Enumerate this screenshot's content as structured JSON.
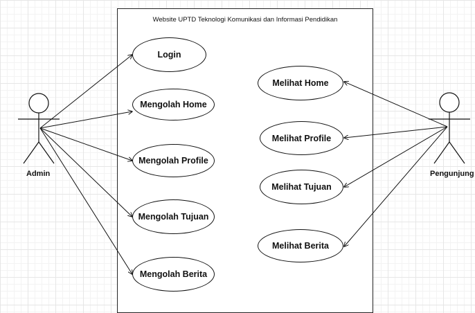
{
  "diagram": {
    "boundary_title": "Website UPTD Teknologi Komunikasi dan Informasi Pendidikan",
    "actors": {
      "admin": "Admin",
      "visitor": "Pengunjung"
    },
    "admin_use_cases": [
      "Login",
      "Mengolah Home",
      "Mengolah Profile",
      "Mengolah Tujuan",
      "Mengolah Berita"
    ],
    "visitor_use_cases": [
      "Melihat Home",
      "Melihat Profile",
      "Melihat Tujuan",
      "Melihat Berita"
    ]
  }
}
